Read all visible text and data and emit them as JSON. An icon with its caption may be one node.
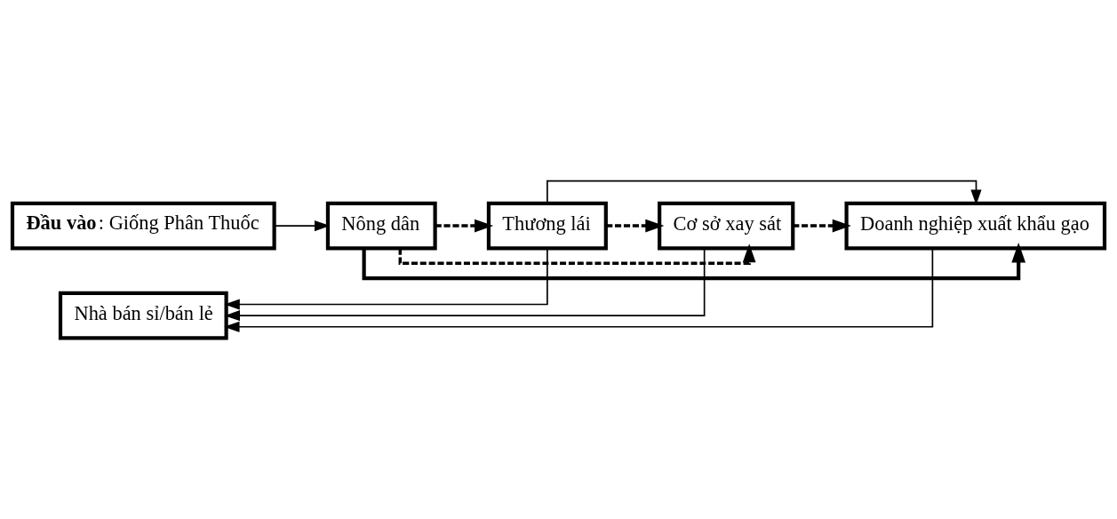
{
  "diagram": {
    "nodes": [
      {
        "text": [
          "**Đầu vào**: Giống Phân Thuốc"
        ]
      },
      {
        "text": [
          "Nông dân"
        ]
      },
      {
        "text": [
          "Thương lái"
        ]
      },
      {
        "text": [
          "Cơ sở xay sát"
        ]
      },
      {
        "text": [
          "Doanh nghiệp xuất khẩu gạo"
        ]
      },
      {
        "text": [
          "Nhà bán sỉ/bán lẻ"
        ]
      }
    ],
    "edges": [
      {
        "from": 0,
        "to": 1,
        "arrow": "to"
      },
      {
        "from": 1,
        "to": 2,
        "arrow": "to",
        "style": "dashed"
      },
      {
        "from": 2,
        "to": 3,
        "arrow": "to",
        "style": "dashed"
      },
      {
        "from": 3,
        "to": 4,
        "arrow": "to",
        "style": "dashed"
      },
      {
        "from": 1,
        "to": 4,
        "arrow": "to",
        "style": "thick"
      },
      {
        "from": 2,
        "to": 4,
        "arrow": "to"
      },
      {
        "from": 1,
        "to": 3,
        "arrow": "to",
        "style": "dashed"
      },
      {
        "from": 3,
        "to": 5,
        "arrow": "to"
      },
      {
        "from": 2,
        "to": 5,
        "arrow": "to"
      },
      {
        "from": 4,
        "to": 5,
        "arrow": "to"
      }
    ]
  }
}
